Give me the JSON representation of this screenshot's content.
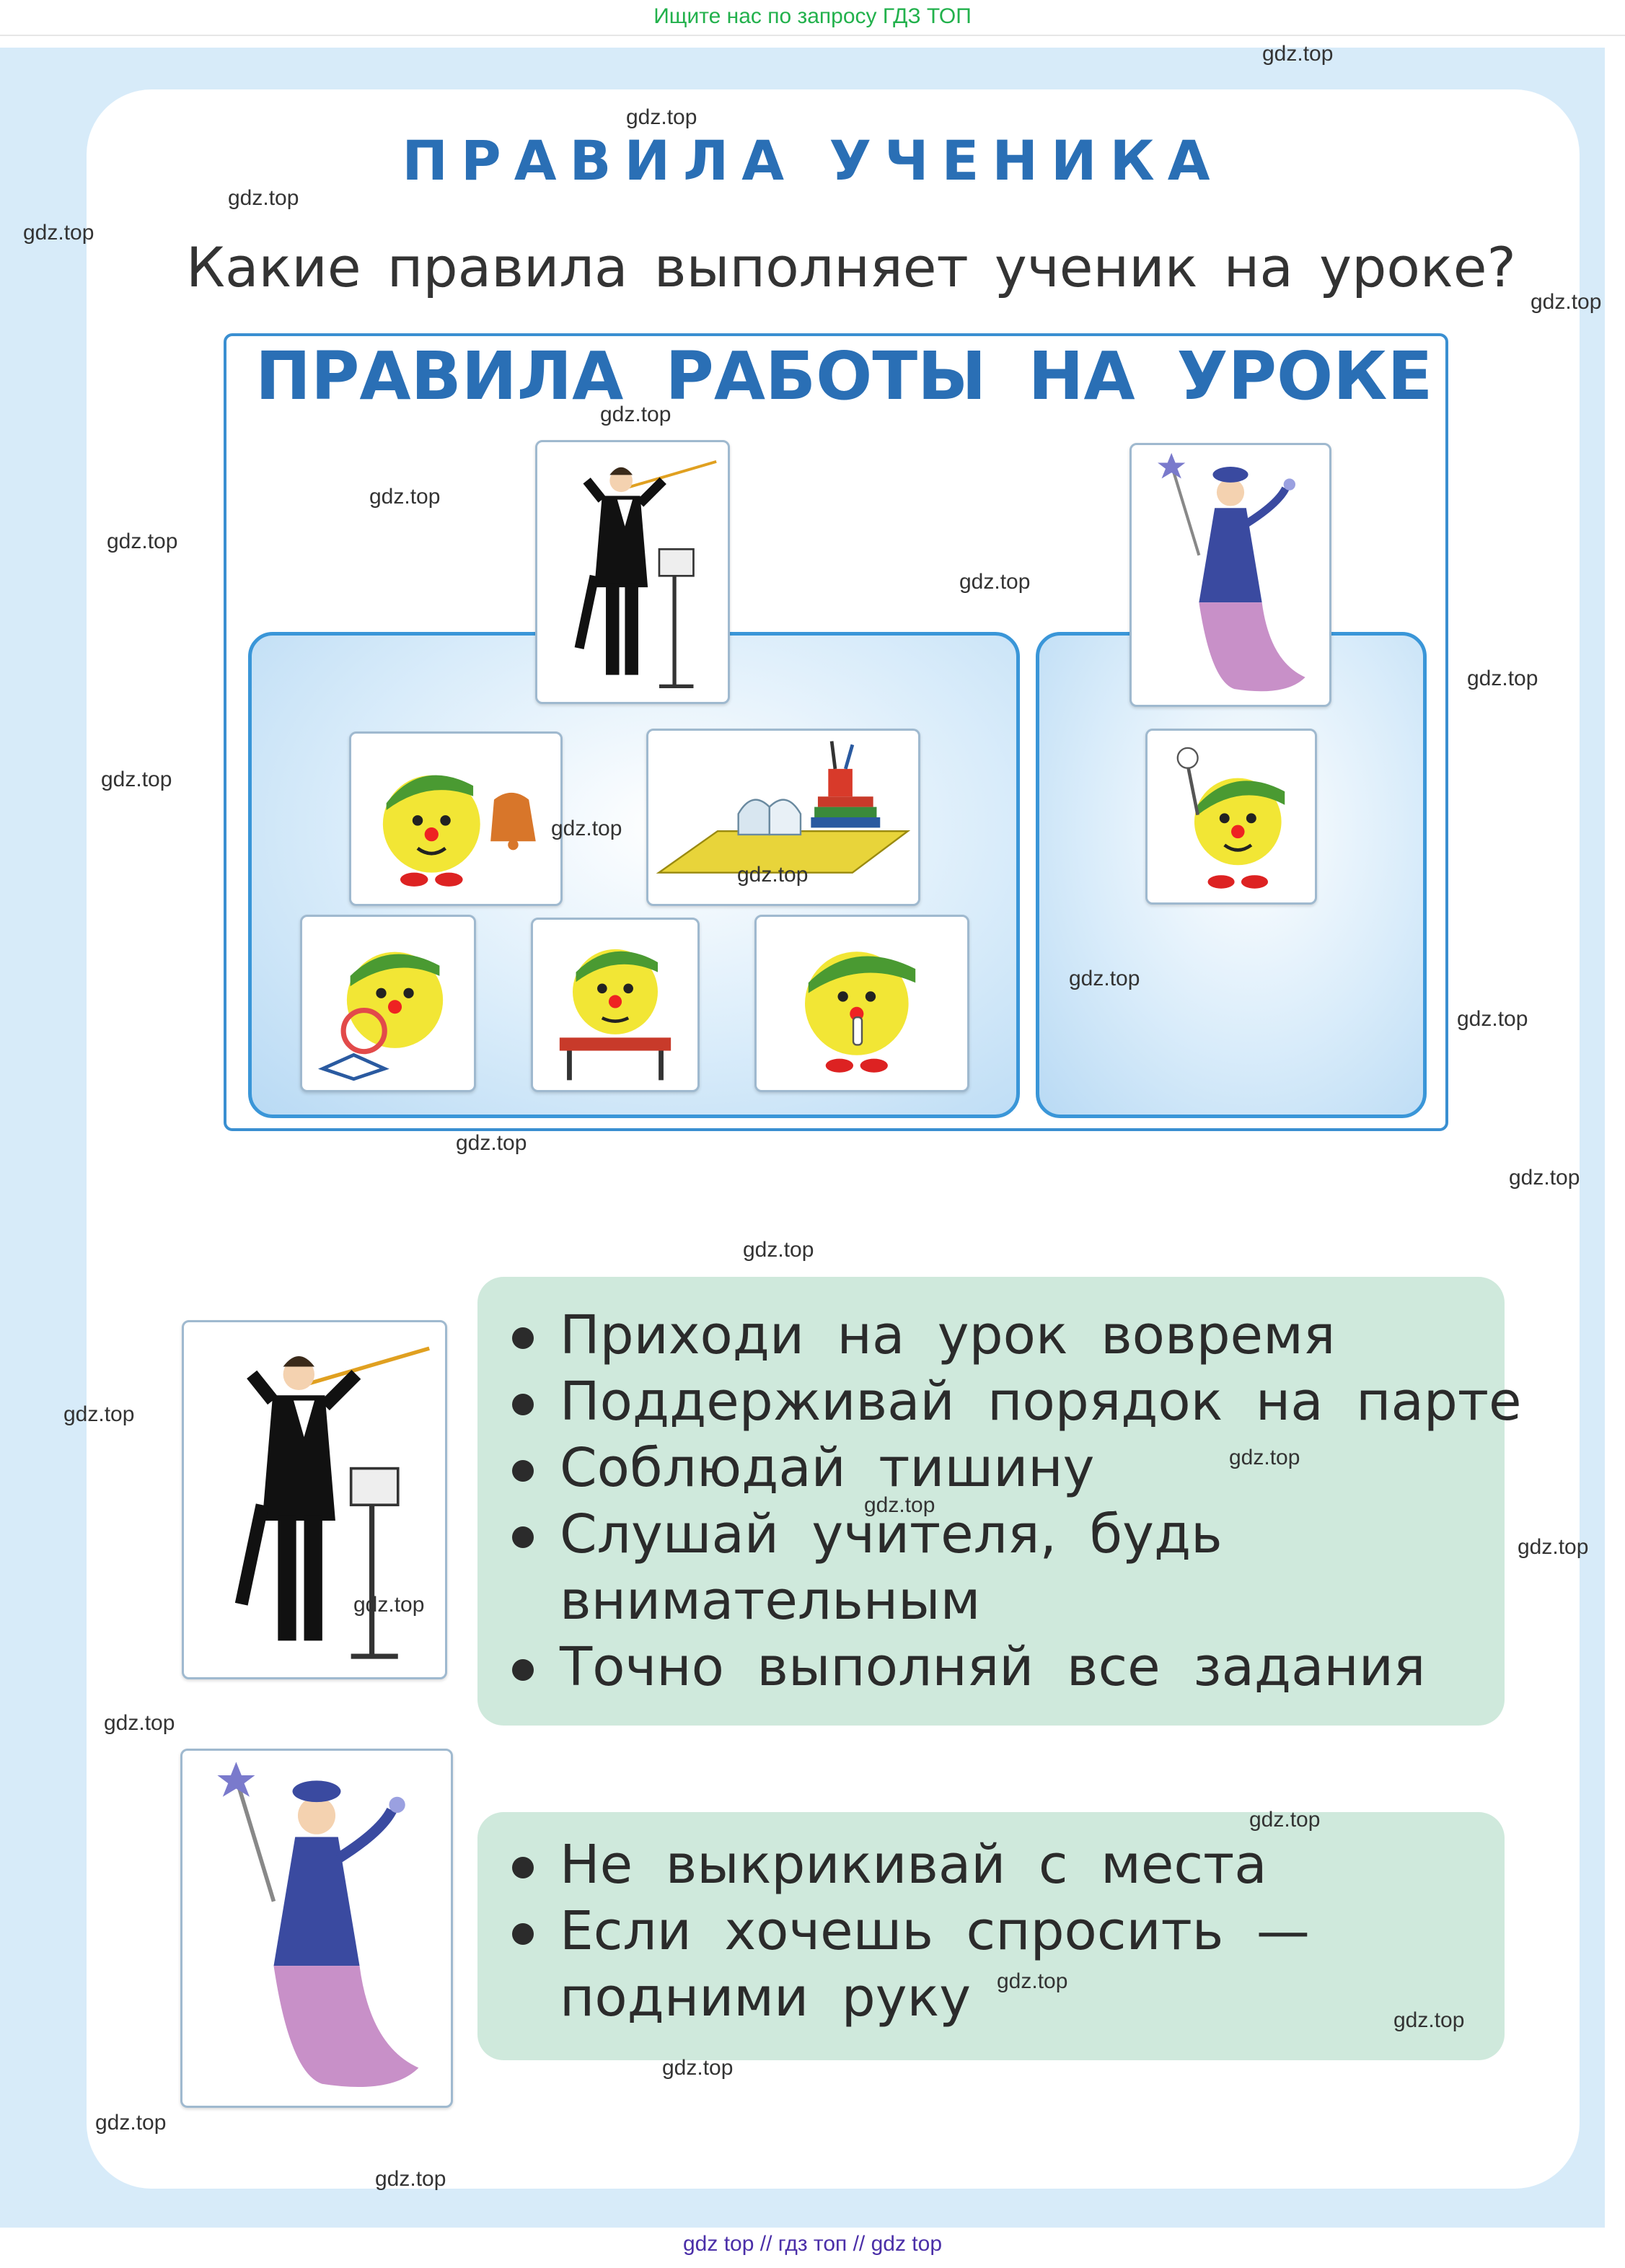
{
  "banner": "Ищите нас по запросу ГДЗ ТОП",
  "page_title": "ПРАВИЛА УЧЕНИКА",
  "question": "Какие правила выполняет ученик на уроке?",
  "rules_heading": "ПРАВИЛА РАБОТЫ НА УРОКЕ",
  "icons": {
    "conductor": "conductor-icon",
    "fairy": "fairy-icon",
    "kolobok_bell": "kolobok-bell-icon",
    "desk_supplies": "desk-supplies-icon",
    "kolobok_reading": "kolobok-reading-icon",
    "kolobok_desk": "kolobok-desk-icon",
    "kolobok_silence": "kolobok-silence-icon",
    "kolobok_hand": "kolobok-hand-icon"
  },
  "rules_group_1": [
    "Приходи на урок вовремя",
    "Поддерживай порядок на парте",
    "Соблюдай тишину",
    "Слушай учителя, будь",
    "внимательным",
    "Точно выполняй все задания"
  ],
  "rules_group_2": [
    "Не выкрикивай с места",
    "Если хочешь спросить —",
    "подними руку"
  ],
  "watermark": "gdz.top",
  "footer": "gdz top  //  гдз топ  //  gdz top",
  "colors": {
    "title_blue": "#2a6fb5",
    "panel_blue": "#3a96d8",
    "rules_green": "#cfe9dc",
    "banner_green": "#22b14c"
  }
}
